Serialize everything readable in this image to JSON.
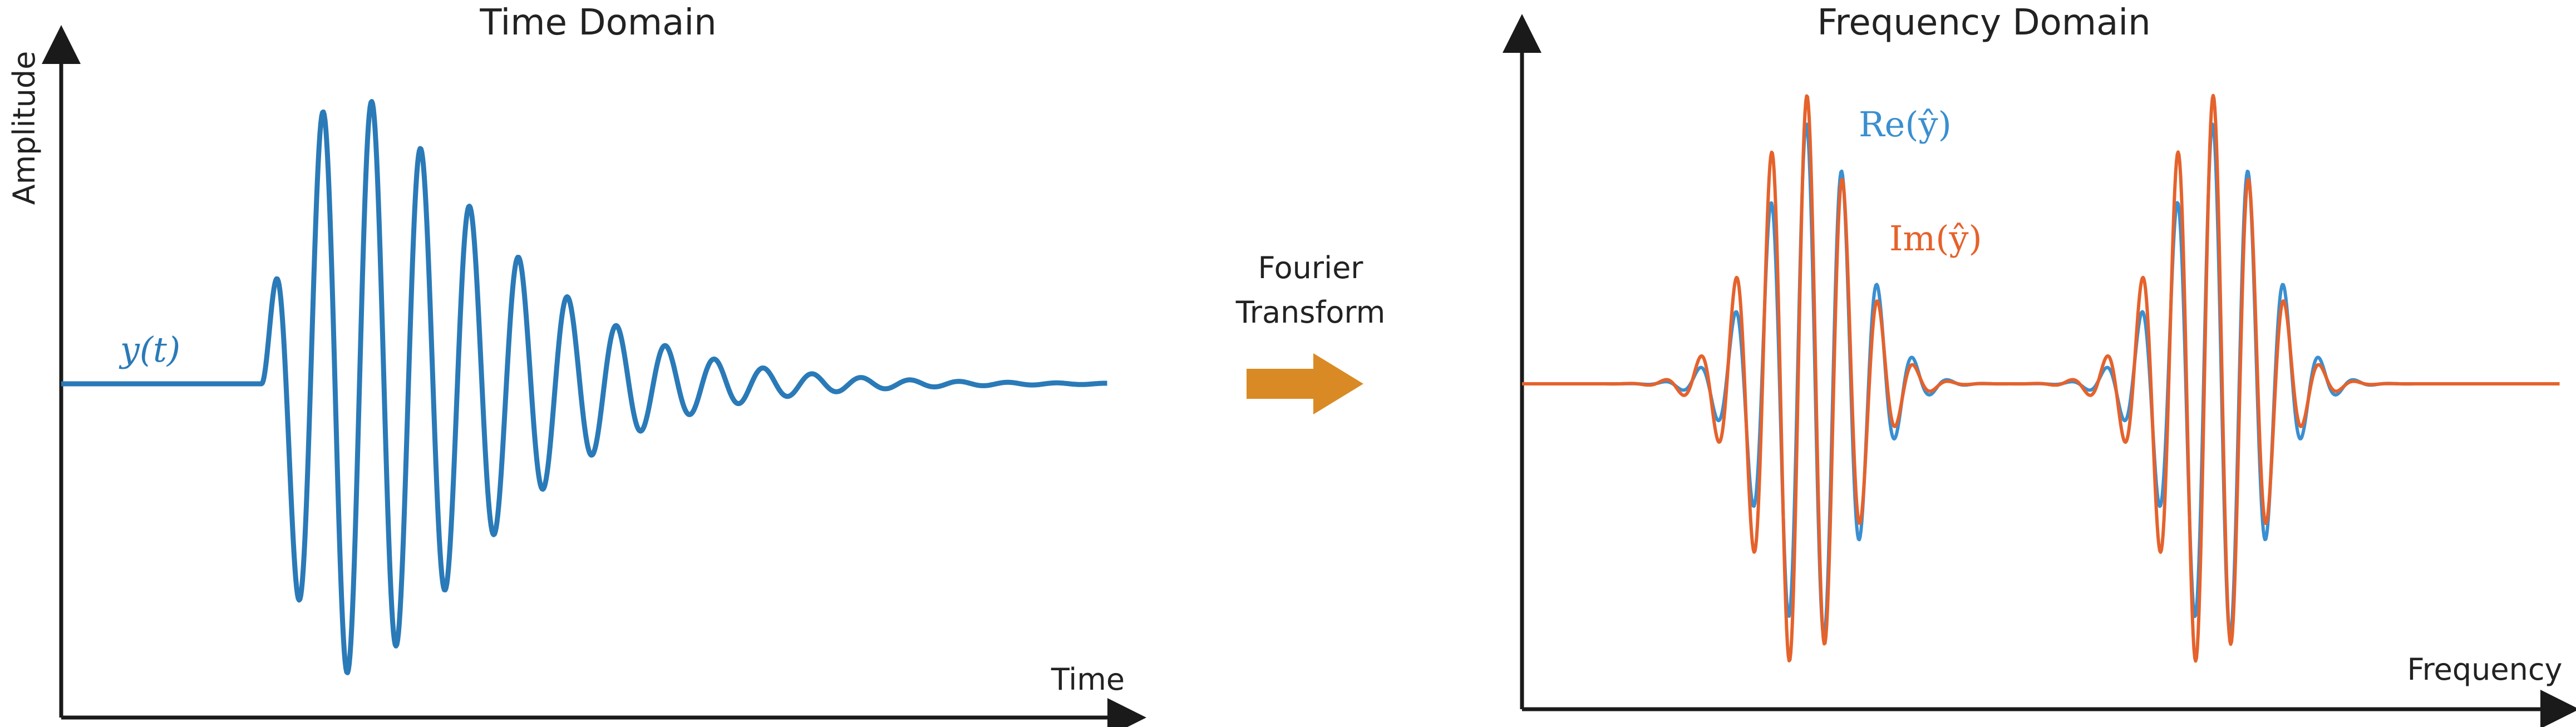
{
  "time_panel": {
    "title": "Time Domain",
    "x_label": "Time",
    "y_label": "Amplitude",
    "signal_label": "y(t)"
  },
  "transform": {
    "line1": "Fourier",
    "line2": "Transform"
  },
  "frequency_panel": {
    "title": "Frequency Domain",
    "x_label": "Frequency",
    "real_label": "Re(ŷ)",
    "imag_label": "Im(ŷ)"
  },
  "colors": {
    "axis": "#1a1a1a",
    "signal": "#2a7ab8",
    "real": "#3a8fd0",
    "imag": "#e5622c",
    "arrow": "#d98a25"
  }
}
